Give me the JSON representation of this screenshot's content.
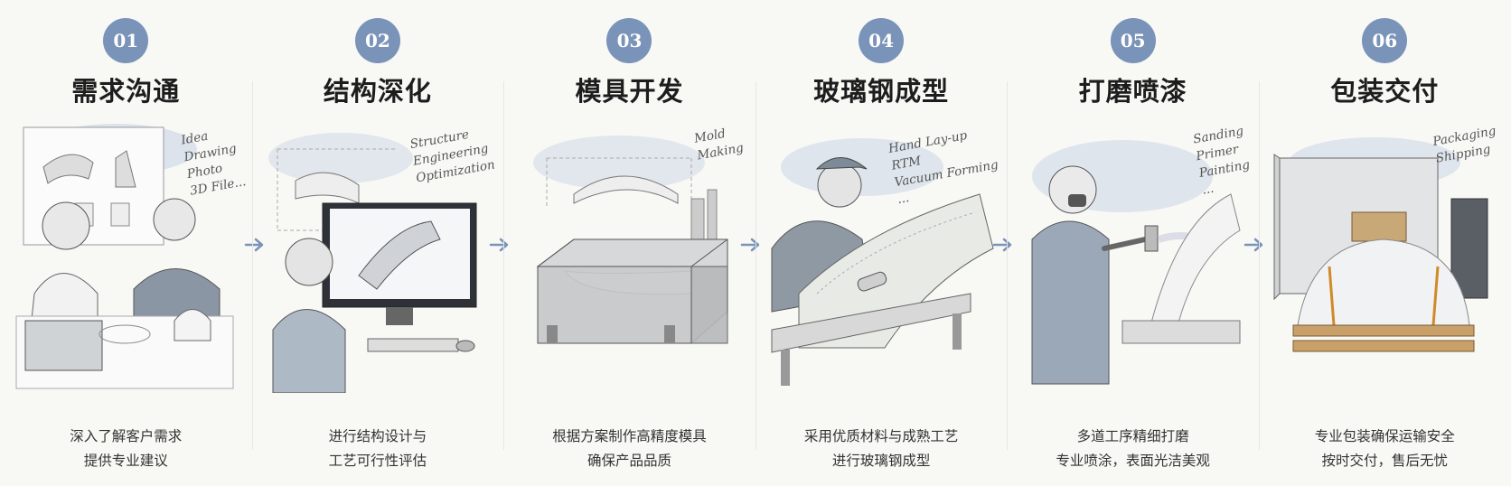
{
  "steps": [
    {
      "number": "01",
      "title": "需求沟通",
      "notes": [
        "Idea",
        "Drawing",
        "Photo",
        "3D File..."
      ],
      "desc": [
        "深入了解客户需求",
        "提供专业建议"
      ],
      "illustration": "client-consultation-sketch"
    },
    {
      "number": "02",
      "title": "结构深化",
      "notes": [
        "Structure",
        "Engineering",
        "Optimization"
      ],
      "desc": [
        "进行结构设计与",
        "工艺可行性评估"
      ],
      "illustration": "cad-design-sketch"
    },
    {
      "number": "03",
      "title": "模具开发",
      "notes": [
        "Mold",
        "Making"
      ],
      "desc": [
        "根据方案制作高精度模具",
        "确保产品品质"
      ],
      "illustration": "mold-sketch"
    },
    {
      "number": "04",
      "title": "玻璃钢成型",
      "notes": [
        "Hand Lay-up",
        "RTM",
        "Vacuum Forming",
        "..."
      ],
      "desc": [
        "采用优质材料与成熟工艺",
        "进行玻璃钢成型"
      ],
      "illustration": "fiberglass-forming-sketch"
    },
    {
      "number": "05",
      "title": "打磨喷漆",
      "notes": [
        "Sanding",
        "Primer",
        "Painting",
        "..."
      ],
      "desc": [
        "多道工序精细打磨",
        "专业喷涂，表面光洁美观"
      ],
      "illustration": "spray-painting-sketch"
    },
    {
      "number": "06",
      "title": "包装交付",
      "notes": [
        "Packaging",
        "Shipping"
      ],
      "desc": [
        "专业包装确保运输安全",
        "按时交付，售后无忧"
      ],
      "illustration": "packaging-shipping-sketch"
    }
  ],
  "colors": {
    "badge": "#7a93b8",
    "arrow": "#7a93b8",
    "watercolor": "#c9d6e6"
  }
}
